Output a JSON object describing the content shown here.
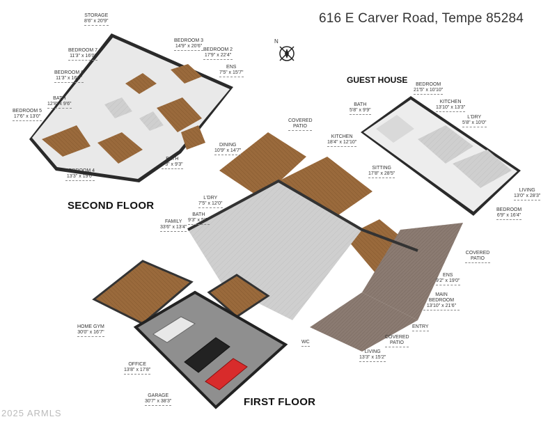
{
  "title": "616 E Carver Road, Tempe 85284",
  "compass_letter": "N",
  "floors": {
    "second": "SECOND FLOOR",
    "first": "FIRST FLOOR",
    "guest": "GUEST HOUSE"
  },
  "watermark": "2025 ARMLS",
  "rooms": [
    {
      "id": "storage",
      "name": "STORAGE",
      "dim": "8'6\" x 20'9\""
    },
    {
      "id": "bedroom3",
      "name": "BEDROOM 3",
      "dim": "14'9\" x 20'6\""
    },
    {
      "id": "bedroom2",
      "name": "BEDROOM 2",
      "dim": "17'9\" x 22'4\""
    },
    {
      "id": "bedroom7",
      "name": "BEDROOM 7",
      "dim": "11'3\" x 16'0\""
    },
    {
      "id": "ens2",
      "name": "ENS",
      "dim": "7'5\" x 15'7\""
    },
    {
      "id": "bedroom6",
      "name": "BEDROOM 6",
      "dim": "11'3\" x 16'0\""
    },
    {
      "id": "bath2a",
      "name": "BATH",
      "dim": "12'8\" x 9'6\""
    },
    {
      "id": "bedroom5",
      "name": "BEDROOM 5",
      "dim": "17'6\" x 13'0\""
    },
    {
      "id": "bath2b",
      "name": "BATH",
      "dim": "7'3\" x 9'3\""
    },
    {
      "id": "bedroom4",
      "name": "BEDROOM 4",
      "dim": "13'3\" x 19'0\""
    },
    {
      "id": "gh_bath",
      "name": "BATH",
      "dim": "5'8\" x 9'9\""
    },
    {
      "id": "gh_bedroom1",
      "name": "BEDROOM",
      "dim": "21'5\" x 10'10\""
    },
    {
      "id": "gh_kitchen",
      "name": "KITCHEN",
      "dim": "13'10\" x 13'3\""
    },
    {
      "id": "gh_ldry",
      "name": "L'DRY",
      "dim": "5'8\" x 10'0\""
    },
    {
      "id": "gh_living",
      "name": "LIVING",
      "dim": "13'0\" x 28'3\""
    },
    {
      "id": "gh_bedroom2",
      "name": "BEDROOM",
      "dim": "6'9\" x 16'4\""
    },
    {
      "id": "covered_patio1",
      "name": "COVERED PATIO",
      "dim": ""
    },
    {
      "id": "dining",
      "name": "DINING",
      "dim": "10'9\" x 14'7\""
    },
    {
      "id": "kitchen",
      "name": "KITCHEN",
      "dim": "18'4\" x 12'10\""
    },
    {
      "id": "sitting",
      "name": "SITTING",
      "dim": "17'8\" x 28'5\""
    },
    {
      "id": "ldry",
      "name": "L'DRY",
      "dim": "7'5\" x 12'0\""
    },
    {
      "id": "bath1",
      "name": "BATH",
      "dim": "9'3\" x 5'8\""
    },
    {
      "id": "family",
      "name": "FAMILY",
      "dim": "33'6\" x 13'4\""
    },
    {
      "id": "covered_patio2",
      "name": "COVERED PATIO",
      "dim": ""
    },
    {
      "id": "ens1",
      "name": "ENS",
      "dim": "9'2\" x 19'0\""
    },
    {
      "id": "main_bedroom",
      "name": "MAIN BEDROOM",
      "dim": "13'10\" x 21'6\""
    },
    {
      "id": "entry",
      "name": "ENTRY",
      "dim": ""
    },
    {
      "id": "covered_patio3",
      "name": "COVERED PATIO",
      "dim": ""
    },
    {
      "id": "wc",
      "name": "WC",
      "dim": ""
    },
    {
      "id": "living",
      "name": "LIVING",
      "dim": "13'3\" x 15'2\""
    },
    {
      "id": "home_gym",
      "name": "HOME GYM",
      "dim": "30'0\" x 16'7\""
    },
    {
      "id": "office",
      "name": "OFFICE",
      "dim": "13'8\" x 17'8\""
    },
    {
      "id": "garage",
      "name": "GARAGE",
      "dim": "30'7\" x 38'3\""
    }
  ]
}
